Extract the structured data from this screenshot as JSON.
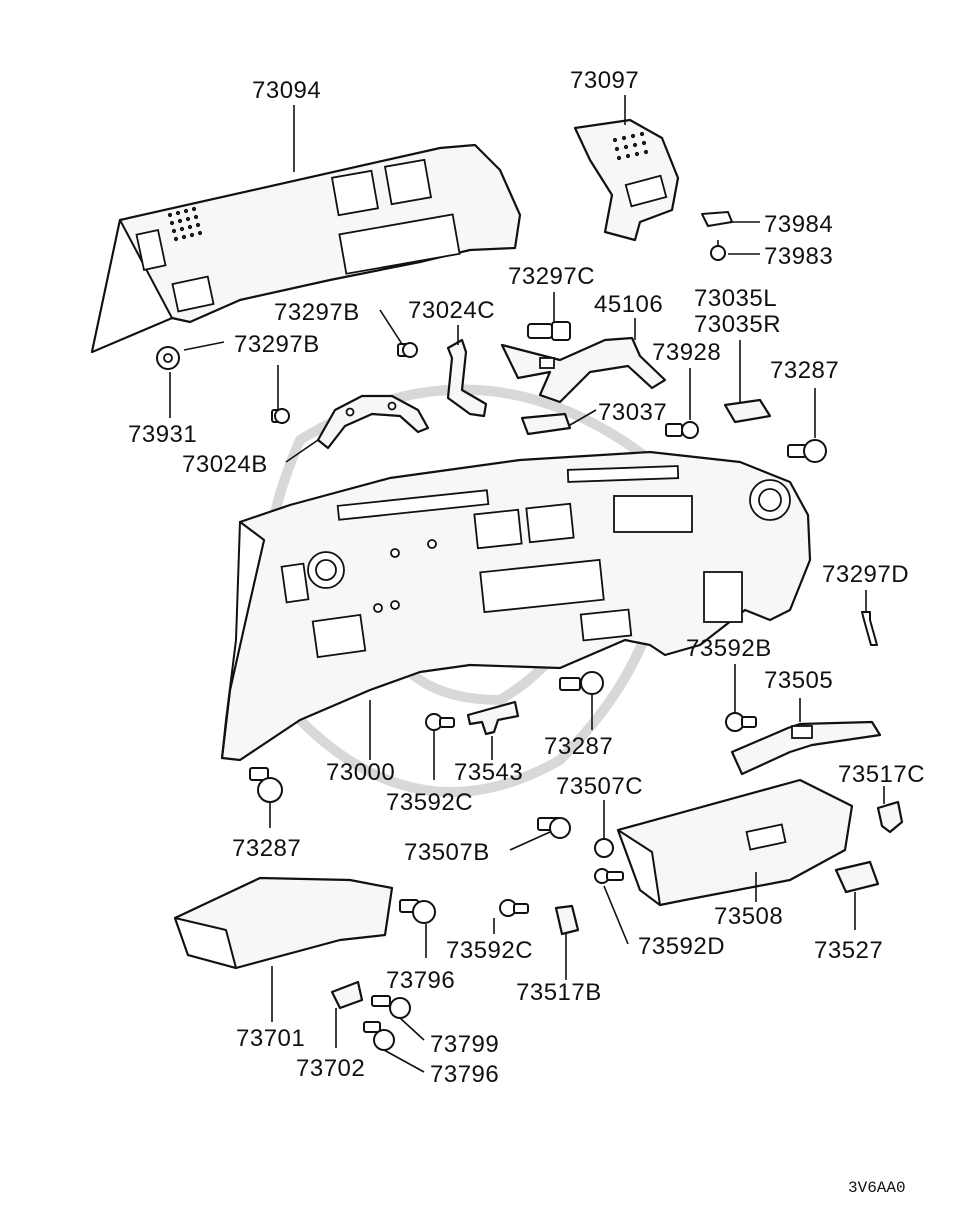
{
  "diagram_code": "3V6AA0",
  "labels": {
    "p73094": "73094",
    "p73097": "73097",
    "p73984": "73984",
    "p73983": "73983",
    "p73297C": "73297C",
    "p45106": "45106",
    "p73035L": "73035L",
    "p73035R": "73035R",
    "p73297B_a": "73297B",
    "p73024C": "73024C",
    "p73297B_b": "73297B",
    "p73928": "73928",
    "p73287_a": "73287",
    "p73931": "73931",
    "p73037": "73037",
    "p73024B": "73024B",
    "p73297D": "73297D",
    "p73592B": "73592B",
    "p73505": "73505",
    "p73287_b": "73287",
    "p73000": "73000",
    "p73543": "73543",
    "p73592C_a": "73592C",
    "p73517C": "73517C",
    "p73507C": "73507C",
    "p73287_c": "73287",
    "p73507B": "73507B",
    "p73508": "73508",
    "p73527": "73527",
    "p73592C_b": "73592C",
    "p73592D": "73592D",
    "p73796_a": "73796",
    "p73517B": "73517B",
    "p73701": "73701",
    "p73799": "73799",
    "p73702": "73702",
    "p73796_b": "73796"
  }
}
